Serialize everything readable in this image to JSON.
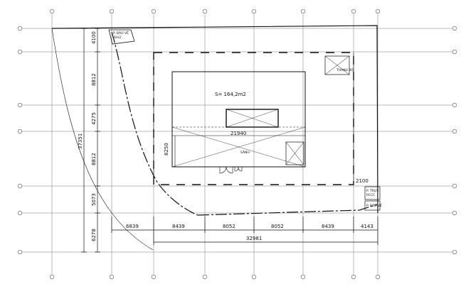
{
  "plan": {
    "area_label": "S= 164,2m2",
    "inner_width_label": "21940",
    "inner_height_label": "6250",
    "san_label": "SÂNH",
    "corner_dim_label": "2100",
    "guard_top_label": "P. BẢO VỆ",
    "guard_top_sub": "6m2",
    "room_label": "P. TRỰC",
    "room_sub": "PCCC",
    "guard_bottom_label": "P. BẢO VỆ",
    "small_box_label": "THANG BỘ",
    "left_dims": [
      "4100",
      "8812",
      "4275",
      "8812",
      "5073",
      "6278"
    ],
    "left_total": "37351",
    "bottom_dims": [
      "6839",
      "8439",
      "8052",
      "8052",
      "8439",
      "4143"
    ],
    "bottom_total": "32981"
  }
}
